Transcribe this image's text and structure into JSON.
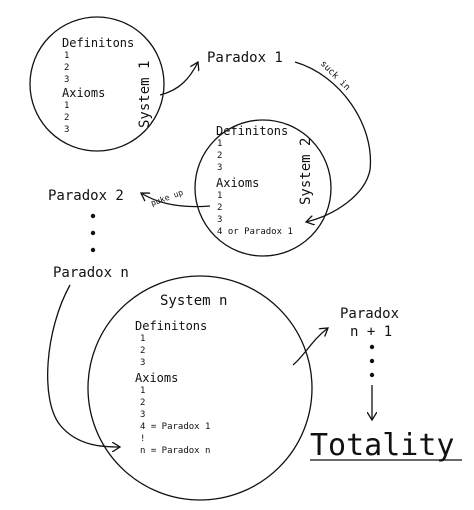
{
  "system1": {
    "label": "System 1",
    "definitions_title": "Definitons",
    "definitions": [
      "1",
      "2",
      "3"
    ],
    "axioms_title": "Axioms",
    "axioms": [
      "1",
      "2",
      "3"
    ]
  },
  "system2": {
    "label": "System 2",
    "definitions_title": "Definitons",
    "definitions": [
      "1",
      "2",
      "3"
    ],
    "axioms_title": "Axioms",
    "axioms": [
      "1",
      "2",
      "3",
      "4 or Paradox 1"
    ]
  },
  "systemN": {
    "label": "System n",
    "definitions_title": "Definitons",
    "definitions": [
      "1",
      "2",
      "3"
    ],
    "axioms_title": "Axioms",
    "axioms": [
      "1",
      "2",
      "3",
      "4 = Paradox 1",
      "!",
      "n = Paradox n"
    ]
  },
  "paradox1": "Paradox 1",
  "paradox2": "Paradox 2",
  "paradoxN": "Paradox n",
  "paradoxN1_line1": "Paradox",
  "paradoxN1_line2": "n + 1",
  "suck_in": "suck in",
  "puke_up": "puke up",
  "totality": "Totality"
}
